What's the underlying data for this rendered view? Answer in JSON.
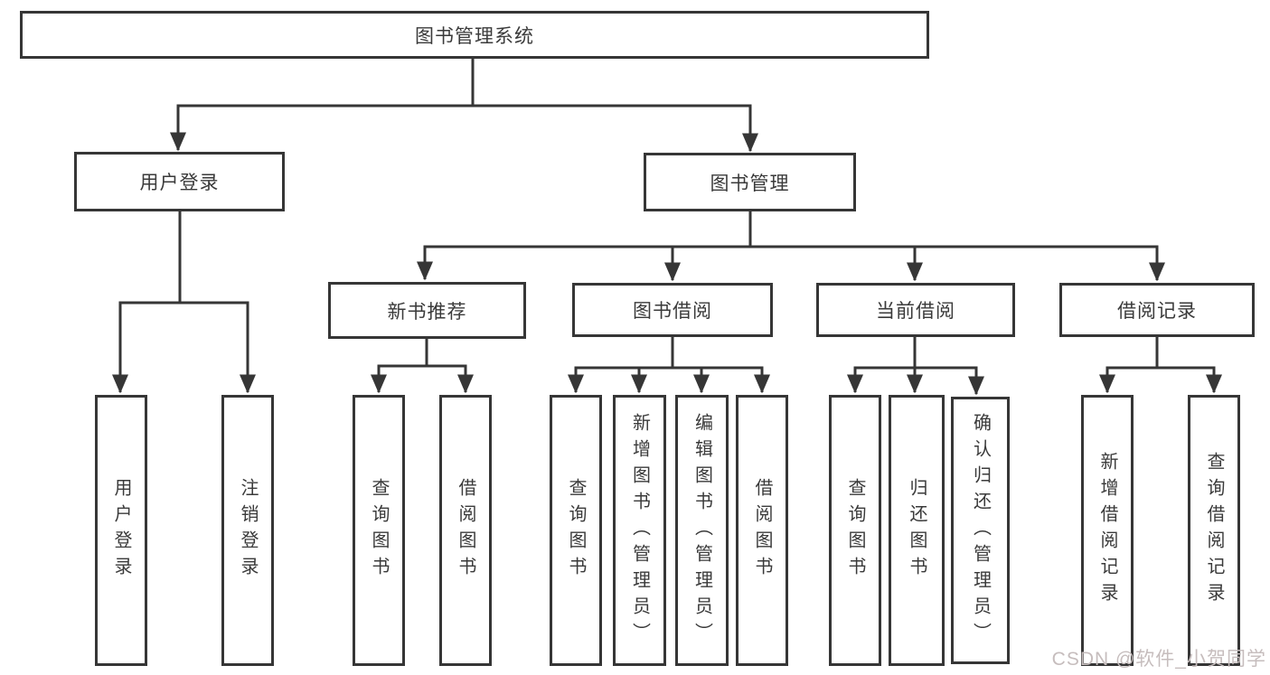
{
  "diagram": {
    "title_node": {
      "label": "图书管理系统"
    },
    "level2": [
      {
        "label": "用户登录"
      },
      {
        "label": "图书管理"
      }
    ],
    "level3": [
      {
        "label": "新书推荐"
      },
      {
        "label": "图书借阅"
      },
      {
        "label": "当前借阅"
      },
      {
        "label": "借阅记录"
      }
    ],
    "leaves": {
      "user_login": [
        "用户登录",
        "注销登录"
      ],
      "new_book": [
        "查询图书",
        "借阅图书"
      ],
      "book_borrow": [
        "查询图书",
        "新增图书（管理员）",
        "编辑图书（管理员）",
        "借阅图书"
      ],
      "current_borrow": [
        "查询图书",
        "归还图书",
        "确认归还（管理员）"
      ],
      "borrow_record": [
        "新增借阅记录",
        "查询借阅记录"
      ]
    }
  },
  "watermark": {
    "text": "CSDN @软件_小贺同学"
  },
  "colors": {
    "line": "#363636",
    "text": "#3a3a3a",
    "background": "#ffffff",
    "watermark": "#c6bdbd"
  }
}
